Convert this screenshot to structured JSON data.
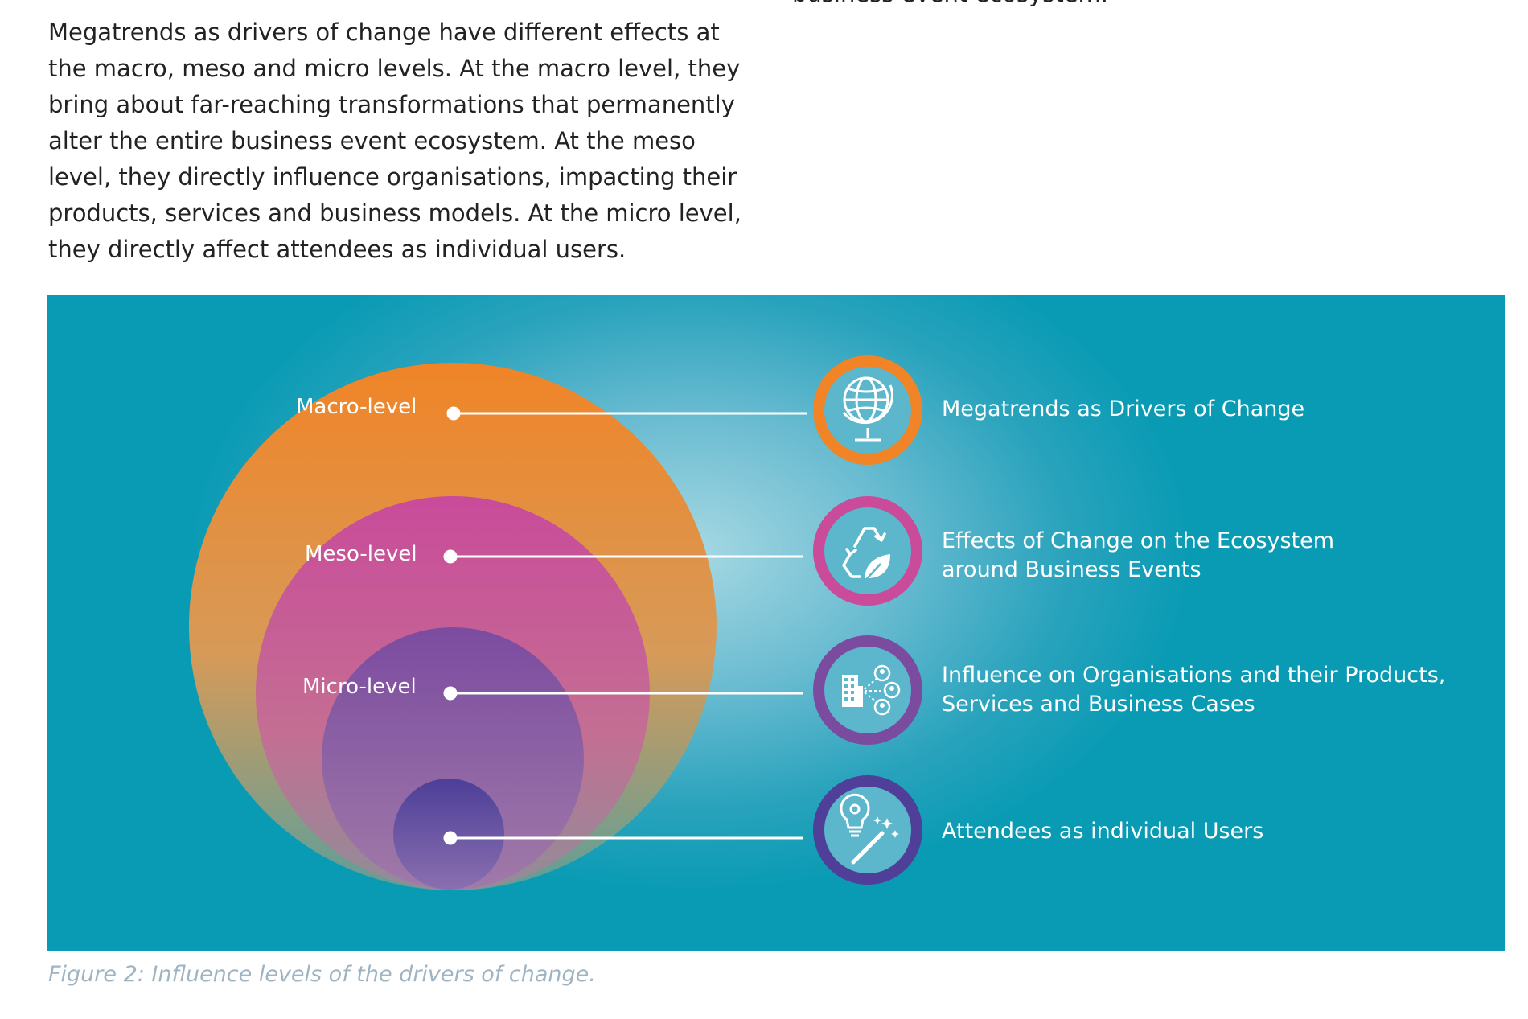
{
  "intro": {
    "text": "Megatrends as drivers of change have different effects at the macro, meso and micro levels. At the macro level, they bring about far-reaching transformations that permanently alter the entire business event ecosystem. At the meso level, they directly influence organisations, impacting their products, services and business models. At the micro level, they directly affect attendees as individual users."
  },
  "right_column": {
    "cut_text": "business event ecosystem."
  },
  "figure": {
    "levels": [
      {
        "label": "Macro-level",
        "color": "#f08427"
      },
      {
        "label": "Meso-level",
        "color": "#c94b9a"
      },
      {
        "label": "Micro-level",
        "color": "#7b4ba0"
      },
      {
        "label": "",
        "color": "#4c3f98"
      }
    ],
    "rows": [
      {
        "lines": [
          "Megatrends as Drivers of Change"
        ],
        "ring_color": "#f08427",
        "icon": "globe-icon"
      },
      {
        "lines": [
          "Effects of Change on the Ecosystem",
          "around Business Events"
        ],
        "ring_color": "#c94b9a",
        "icon": "recycle-leaf-icon"
      },
      {
        "lines": [
          "Influence on Organisations and their Products,",
          "Services and Business Cases"
        ],
        "ring_color": "#7b4ba0",
        "icon": "organisation-network-icon"
      },
      {
        "lines": [
          "Attendees as individual Users"
        ],
        "ring_color": "#4f3f99",
        "icon": "lightbulb-wand-icon"
      }
    ]
  },
  "caption": "Figure 2: Influence levels of the drivers of change."
}
